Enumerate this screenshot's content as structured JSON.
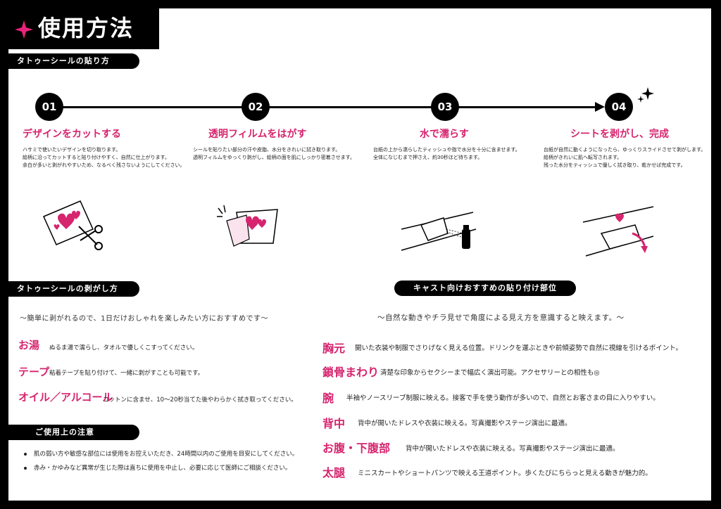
{
  "title": "使用方法",
  "sections": {
    "howto": "タトゥーシールの貼り方",
    "remove": "タトゥーシールの剥がし方",
    "caution": "ご使用上の注意",
    "placement": "キャスト向けおすすめの貼り付け部位"
  },
  "steps": [
    {
      "num": "01",
      "title": "デザインをカットする",
      "lines": [
        "ハサミで使いたいデザインを切り取ります。",
        "絵柄に沿ってカットすると貼り付けやすく、自然に仕上がります。",
        "余白が多いと剥がれやすいため、なるべく残さないようにしてください。"
      ]
    },
    {
      "num": "02",
      "title": "透明フィルムをはがす",
      "lines": [
        "シールを貼りたい部分の汗や皮脂、水分をきれいに拭き取ります。",
        "透明フィルムをゆっくり剥がし、絵柄の面を肌にしっかり密着させます。"
      ]
    },
    {
      "num": "03",
      "title": "水で濡らす",
      "lines": [
        "台紙の上から濡らしたティッシュや指で水分を十分に含ませます。",
        "全体になじむまで押さえ、約30秒ほど待ちます。"
      ]
    },
    {
      "num": "04",
      "title": "シートを剥がし、完成",
      "lines": [
        "台紙が自然に動くようになったら、ゆっくりスライドさせて剥がします。",
        "絵柄がきれいに肌へ転写されます。",
        "残った水分をティッシュで優しく拭き取り、乾かせば完成です。"
      ]
    }
  ],
  "remove_subtitle": "〜簡単に剥がれるので、1日だけおしゃれを楽しみたい方におすすめです〜",
  "remove_methods": [
    {
      "label": "お湯",
      "desc": "ぬるま湯で濡らし、タオルで優しくこすってください。"
    },
    {
      "label": "テープ",
      "desc": "粘着テープを貼り付けて、一緒に剥がすことも可能です。"
    },
    {
      "label": "オイル／アルコール",
      "desc": "コットンに含ませ、10〜20秒当てた後やわらかく拭き取ってください。"
    }
  ],
  "cautions": [
    "肌の弱い方や敏感な部位には使用をお控えいただき、24時間以内のご使用を目安にしてください。",
    "赤み・かゆみなど異常が生じた際は直ちに使用を中止し、必要に応じて医師にご相談ください。"
  ],
  "placement_subtitle": "〜自然な動きやチラ見せで角度による見え方を意識すると映えます。〜",
  "placements": [
    {
      "label": "胸元",
      "desc": "開いた衣装や制服でさりげなく見える位置。ドリンクを運ぶときや前傾姿勢で自然に視線を引けるポイント。"
    },
    {
      "label": "鎖骨まわり",
      "desc": "清楚な印象からセクシーまで幅広く演出可能。アクセサリーとの相性も◎"
    },
    {
      "label": "腕",
      "desc": "半袖やノースリーブ制服に映える。接客で手を使う動作が多いので、自然とお客さまの目に入りやすい。"
    },
    {
      "label": "背中",
      "desc": "背中が開いたドレスや衣装に映える。写真撮影やステージ演出に最適。"
    },
    {
      "label": "お腹・下腹部",
      "desc": "背中が開いたドレスや衣装に映える。写真撮影やステージ演出に最適。"
    },
    {
      "label": "太腿",
      "desc": "ミニスカートやショートパンツで映える王道ポイント。歩くたびにちらっと見える動きが魅力的。"
    }
  ],
  "colors": {
    "accent": "#d6246e",
    "ink": "#000000"
  },
  "icons": [
    "star-icon",
    "sparkle-icon",
    "scissors-icon",
    "film-peel-icon",
    "water-spray-icon",
    "sheet-slide-icon"
  ]
}
